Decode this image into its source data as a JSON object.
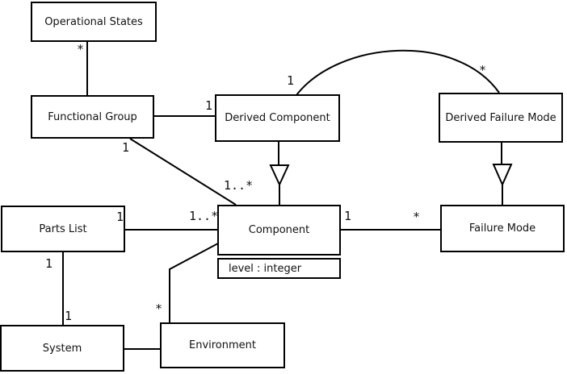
{
  "diagram": {
    "kind": "uml-class-diagram",
    "background_color": "#ffffff",
    "line_color": "#000000",
    "text_color": "#111111",
    "classes": [
      {
        "name": "Operational States"
      },
      {
        "name": "Functional Group"
      },
      {
        "name": "Derived Component"
      },
      {
        "name": "Derived Failure Mode"
      },
      {
        "name": "Parts List"
      },
      {
        "name": "Component",
        "attributes": [
          "level : integer"
        ]
      },
      {
        "name": "Failure Mode"
      },
      {
        "name": "System"
      },
      {
        "name": "Environment"
      }
    ],
    "associations": [
      {
        "from": "Operational States",
        "to": "Functional Group",
        "from_label": "*"
      },
      {
        "from": "Functional Group",
        "to": "Derived Component",
        "to_label": "1"
      },
      {
        "from": "Functional Group",
        "to": "Component",
        "from_label": "1",
        "to_label": "1..*"
      },
      {
        "from": "Derived Component",
        "to": "Derived Failure Mode",
        "from_label": "1",
        "to_label": "*"
      },
      {
        "from": "Parts List",
        "to": "Component",
        "from_label": "1",
        "to_label": "1..*"
      },
      {
        "from": "Component",
        "to": "Failure Mode",
        "from_label": "1",
        "to_label": "*"
      },
      {
        "from": "Parts List",
        "to": "System",
        "from_label": "1",
        "to_label": "1"
      },
      {
        "from": "System",
        "to": "Environment"
      },
      {
        "from": "Environment",
        "to": "Component",
        "from_label": "*"
      }
    ],
    "generalizations": [
      {
        "from": "Derived Component",
        "to": "Component"
      },
      {
        "from": "Derived Failure Mode",
        "to": "Failure Mode"
      }
    ]
  }
}
